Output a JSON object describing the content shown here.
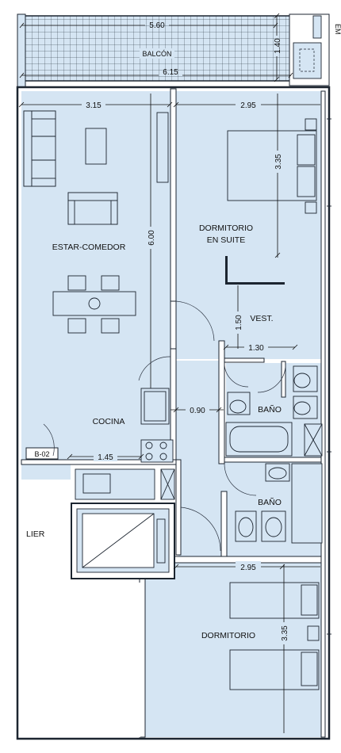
{
  "plan": {
    "balcony": {
      "label": "BALCÓN",
      "width_top": "5.60",
      "width_bottom": "6.15",
      "depth": "1.40"
    },
    "living_dining": {
      "label": "ESTAR-COMEDOR",
      "width": "3.15",
      "length": "6.00"
    },
    "suite": {
      "label_line1": "DORMITORIO",
      "label_line2": "EN SUITE",
      "width": "2.95",
      "depth": "3.35"
    },
    "vestidor": {
      "label": "VEST.",
      "depth": "1.50",
      "width": "1.30"
    },
    "bath_suite": {
      "label": "BAÑO"
    },
    "kitchen": {
      "label": "COCINA",
      "passage_width": "0.90",
      "counter_width": "1.45"
    },
    "bath": {
      "label": "BAÑO"
    },
    "bedroom": {
      "label": "DORMITORIO",
      "width": "2.95",
      "depth": "3.35"
    },
    "unit_tag": "B-02",
    "laundry_label": "LIER",
    "corner_mark": "EM"
  },
  "colors": {
    "room_fill": "#d5e5f3",
    "wall": "#1c2530",
    "paper": "#ffffff"
  }
}
